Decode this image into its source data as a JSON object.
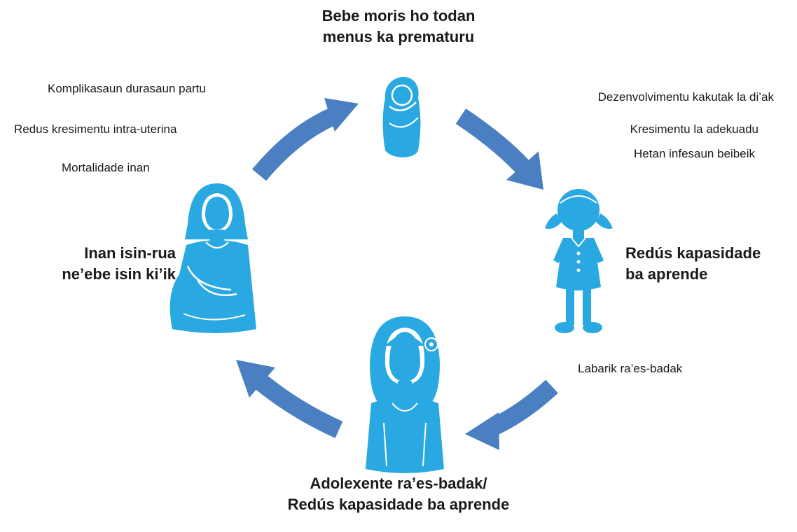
{
  "colors": {
    "figure": "#29a8e1",
    "arrow": "#4a7fc1",
    "figure_lines": "#ffffff",
    "text": "#1a1a1a"
  },
  "icons": [
    "swaddled-baby-icon",
    "girl-icon",
    "adolescent-girl-icon",
    "pregnant-woman-icon",
    "cycle-arrow-icon"
  ],
  "stages": {
    "baby": {
      "line1": "Bebe moris ho todan",
      "line2": "menus ka prematuru"
    },
    "child": {
      "line1": "Redús kapasidade",
      "line2": "ba aprende"
    },
    "adolescent": {
      "line1": "Adolexente ra’es-badak/",
      "line2": "Redús kapasidade ba aprende"
    },
    "mother": {
      "line1": "Inan isin-rua",
      "line2": "ne’ebe isin ki’ik"
    }
  },
  "effects": {
    "mother_to_baby": [
      "Komplikasaun durasaun partu",
      "Redus kresimentu intra-uterina",
      "Mortalidade inan"
    ],
    "baby_to_child": [
      "Dezenvolvimentu kakutak la di’ak",
      "Kresimentu la adekuadu",
      "Hetan infesaun beibeik"
    ],
    "child_to_adolescent": [
      "Labarik ra’es-badak"
    ]
  }
}
